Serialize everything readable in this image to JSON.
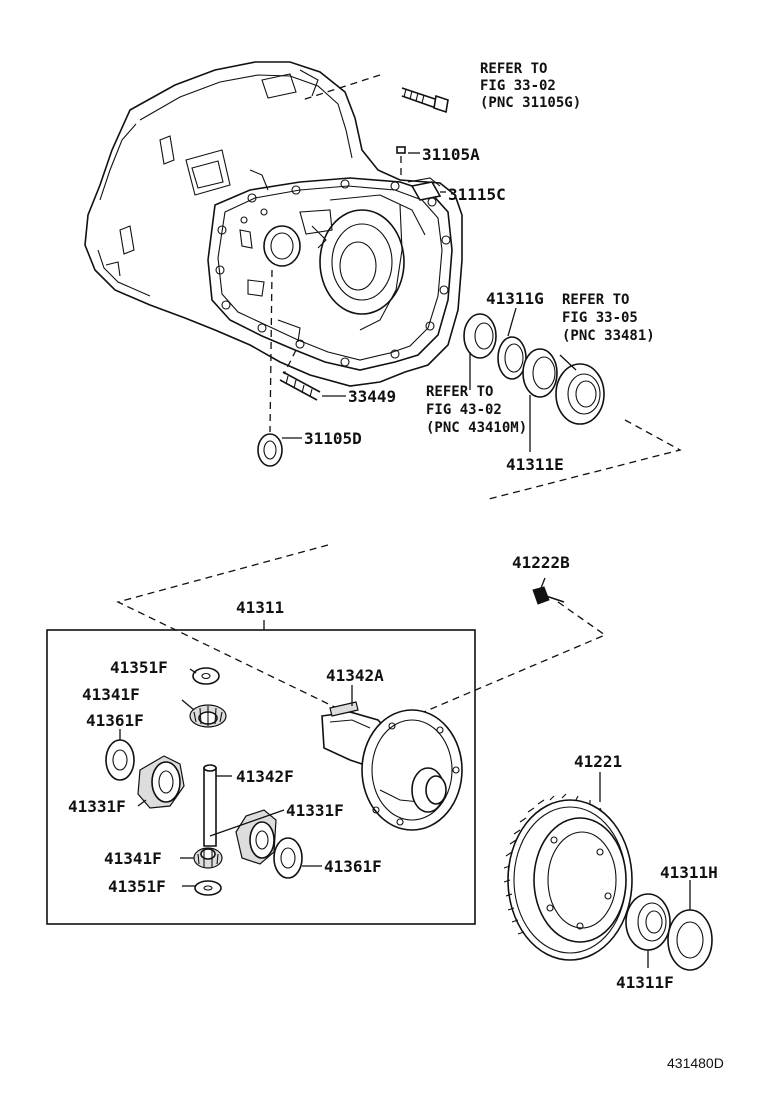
{
  "diagram_code": "431480D",
  "labels": {
    "refer_3302": [
      "REFER TO",
      "FIG 33-02",
      "(PNC 31105G)"
    ],
    "p31105a": "31105A",
    "p31115c": "31115C",
    "p41311g": "41311G",
    "refer_3305": [
      "REFER TO",
      "FIG 33-05",
      "(PNC 33481)"
    ],
    "refer_4302": [
      "REFER TO",
      "FIG 43-02",
      "(PNC 43410M)"
    ],
    "p33449": "33449",
    "p31105d": "31105D",
    "p41311e": "41311E",
    "p41222b": "41222B",
    "p41311": "41311",
    "p41351f_top": "41351F",
    "p41342a": "41342A",
    "p41341f_top": "41341F",
    "p41361f_left": "41361F",
    "p41342f": "41342F",
    "p41331f_left": "41331F",
    "p41331f_right": "41331F",
    "p41341f_bot": "41341F",
    "p41361f_right": "41361F",
    "p41351f_bot": "41351F",
    "p41221": "41221",
    "p41311h": "41311H",
    "p41311f": "41311F"
  }
}
